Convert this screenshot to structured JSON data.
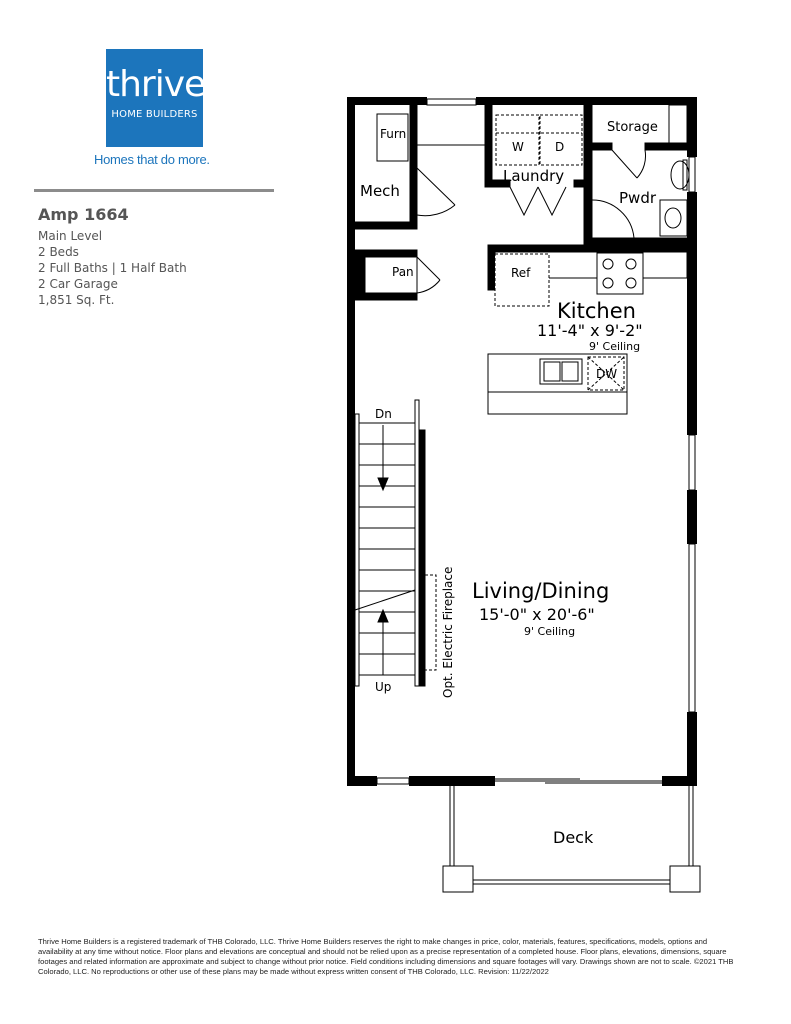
{
  "brand": {
    "logo_word": "thrive",
    "logo_sub": "HOME BUILDERS",
    "tagline": "Homes that do more.",
    "color": "#1c75bc"
  },
  "plan": {
    "name": "Amp 1664",
    "details": [
      "Main Level",
      "2 Beds",
      "2 Full Baths | 1 Half Bath",
      "2 Car Garage",
      "1,851 Sq. Ft."
    ]
  },
  "rooms": {
    "furn": "Furn",
    "mech": "Mech",
    "pan": "Pan",
    "laundry": "Laundry",
    "washer": "W",
    "dryer": "D",
    "storage": "Storage",
    "pwdr": "Pwdr",
    "ref": "Ref",
    "kitchen": {
      "name": "Kitchen",
      "dims": "11'-4\" x 9'-2\"",
      "ceiling": "9' Ceiling"
    },
    "dw": "DW",
    "stair_dn": "Dn",
    "stair_up": "Up",
    "fireplace": "Opt. Electric Fireplace",
    "living": {
      "name": "Living/Dining",
      "dims": "15'-0\" x 20'-6\"",
      "ceiling": "9' Ceiling"
    },
    "deck": "Deck"
  },
  "disclaimer": "Thrive Home Builders is a registered trademark of THB Colorado, LLC. Thrive Home Builders reserves the right to make changes in price, color, materials, features, specifications, models, options and availability at any time without notice. Floor plans and elevations are conceptual and should not be relied upon as a precise representation of a completed house. Floor plans, elevations, dimensions, square footages and related information are approximate and subject to change without prior notice. Field conditions including dimensions and square footages will vary. Drawings shown are not to scale. ©2021 THB Colorado, LLC. No reproductions or other use of these plans may be made without express written consent of THB Colorado, LLC. Revision: 11/22/2022"
}
